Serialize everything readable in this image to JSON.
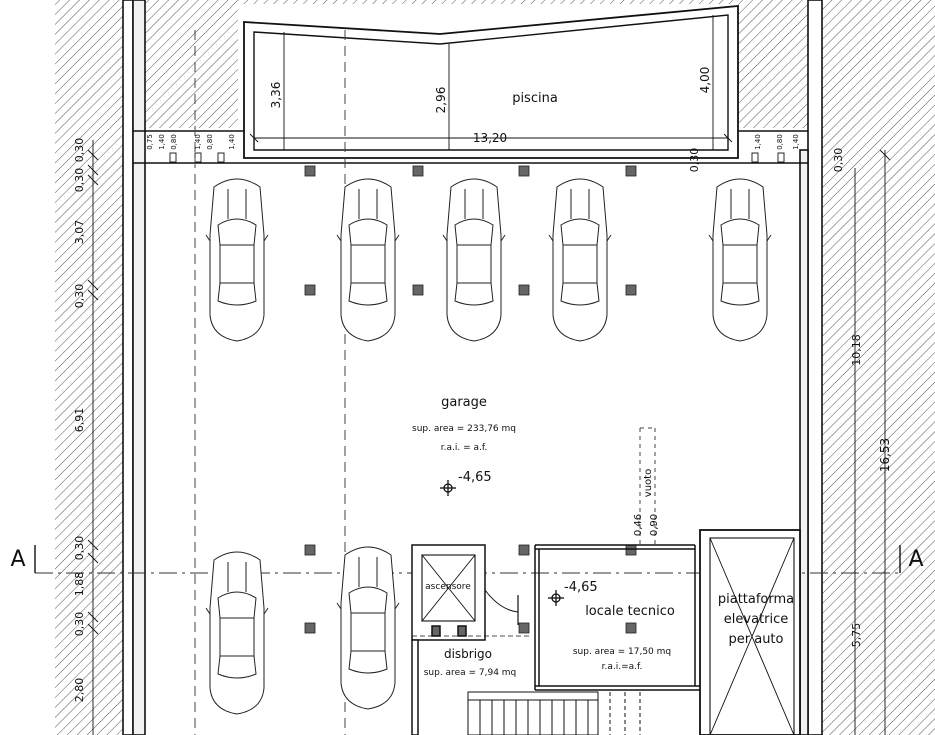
{
  "rooms": {
    "pool": {
      "name": "piscina"
    },
    "garage": {
      "name": "garage",
      "area": "sup. area = 233,76 mq",
      "rai": "r.a.i. = a.f.",
      "level": "-4,65"
    },
    "elevator": {
      "name": "ascensore"
    },
    "hallway": {
      "name": "disbrigo",
      "area": "sup. area = 7,94 mq"
    },
    "tech_room": {
      "name": "locale tecnico",
      "area": "sup. area = 17,50 mq",
      "rai": "r.a.i.=a.f.",
      "level": "-4,65"
    },
    "platform": {
      "line1": "piattaforma",
      "line2": "elevatrice",
      "line3": "per auto"
    },
    "void": {
      "name": "vuoto"
    }
  },
  "section": {
    "left": "A",
    "right": "A"
  },
  "dimensions": {
    "pool_width": "13,20",
    "pool_left": "3,36",
    "pool_mid": "2,96",
    "pool_right": "4,00",
    "pool_wall": "0,30",
    "left_chain": [
      "0,30",
      "0,30",
      "3,07",
      "0,30",
      "6,91",
      "0,30",
      "1,88",
      "0,30",
      "2,80"
    ],
    "right_top": "0,30",
    "right_span": "10,18",
    "right_total": "16,53",
    "right_low": "5,75",
    "void_a": "0,46",
    "void_b": "0,90",
    "small_ticks_left": [
      "0,75",
      "1,40",
      "0,80",
      "1,40",
      "0,80",
      "1,40"
    ],
    "small_ticks_right": [
      "1,40",
      "0,80",
      "1,40"
    ]
  }
}
